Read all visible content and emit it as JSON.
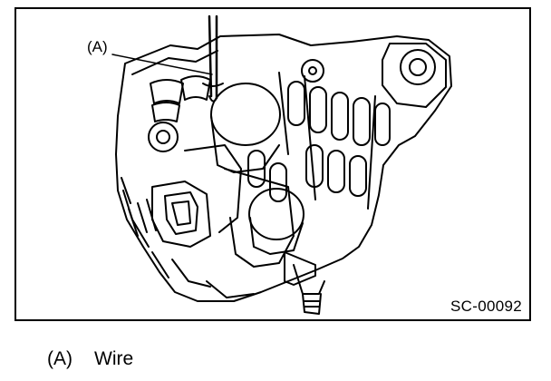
{
  "figure": {
    "callout_label": "(A)",
    "image_code": "SC-00092",
    "subject_icon": "alternator-illustration"
  },
  "legend": [
    {
      "key": "(A)",
      "text": "Wire"
    }
  ],
  "colors": {
    "line": "#000000",
    "background": "#ffffff"
  }
}
